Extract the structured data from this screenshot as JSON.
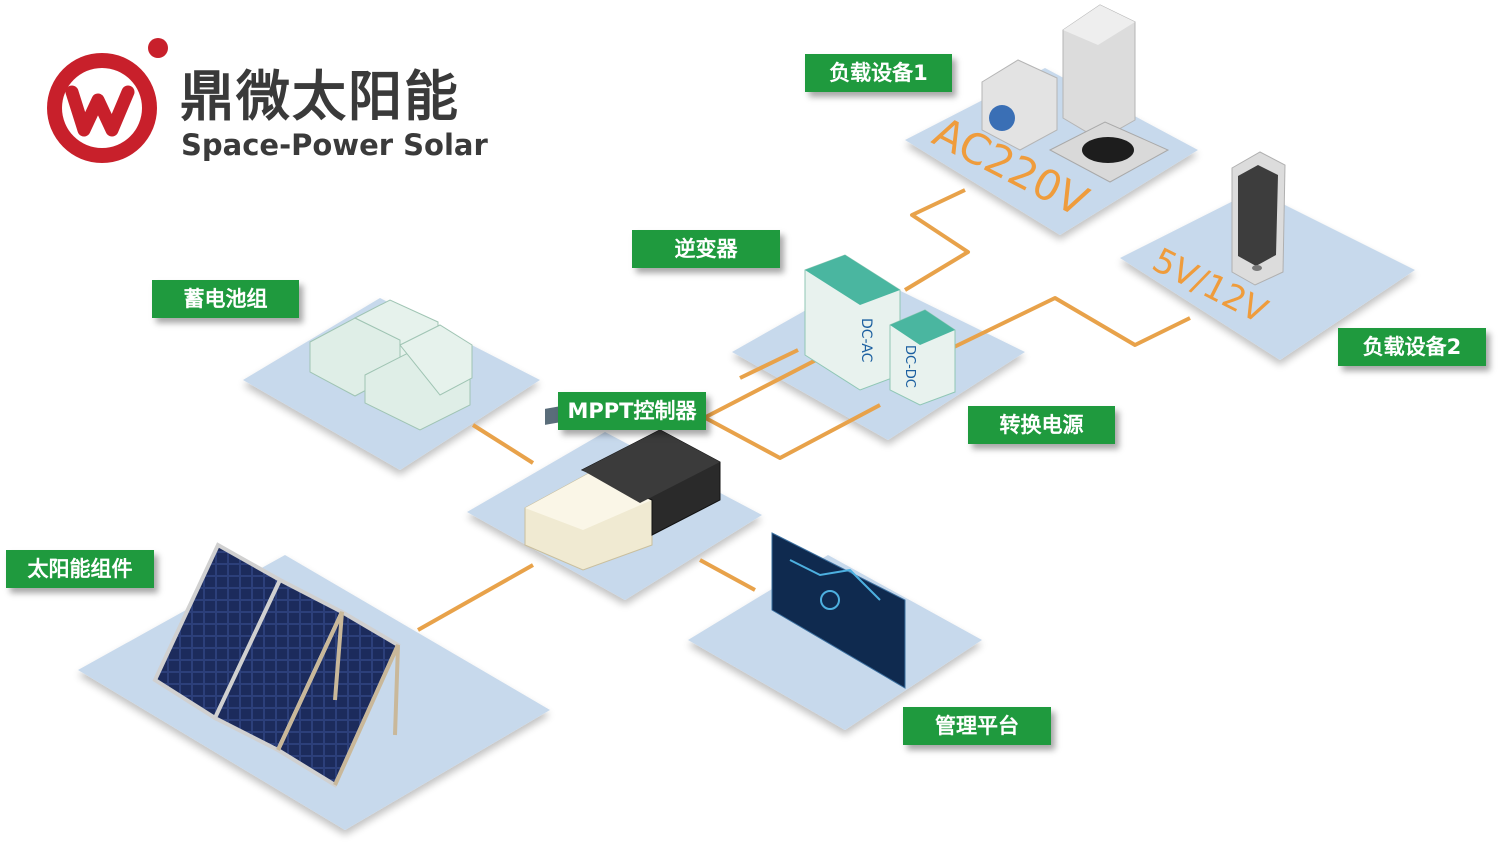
{
  "brand": {
    "name": "鼎微太阳能",
    "subtitle": "Space-Power Solar",
    "logo_color": "#c8202b"
  },
  "labels": {
    "load1": "负载设备1",
    "inverter": "逆变器",
    "battery": "蓄电池组",
    "load2": "负载设备2",
    "mppt": "MPPT控制器",
    "converter": "转换电源",
    "solar": "太阳能组件",
    "platform": "管理平台"
  },
  "platform_texts": {
    "ac": "AC220V",
    "dc": "5V/12V",
    "dcac": "DC-AC",
    "dcdc": "DC-DC"
  },
  "colors": {
    "tag_green": "#1f9a3e",
    "platform_blue": "#c7d9ec",
    "wire_orange": "#e8a24a",
    "text_orange": "#ef9c3c"
  }
}
